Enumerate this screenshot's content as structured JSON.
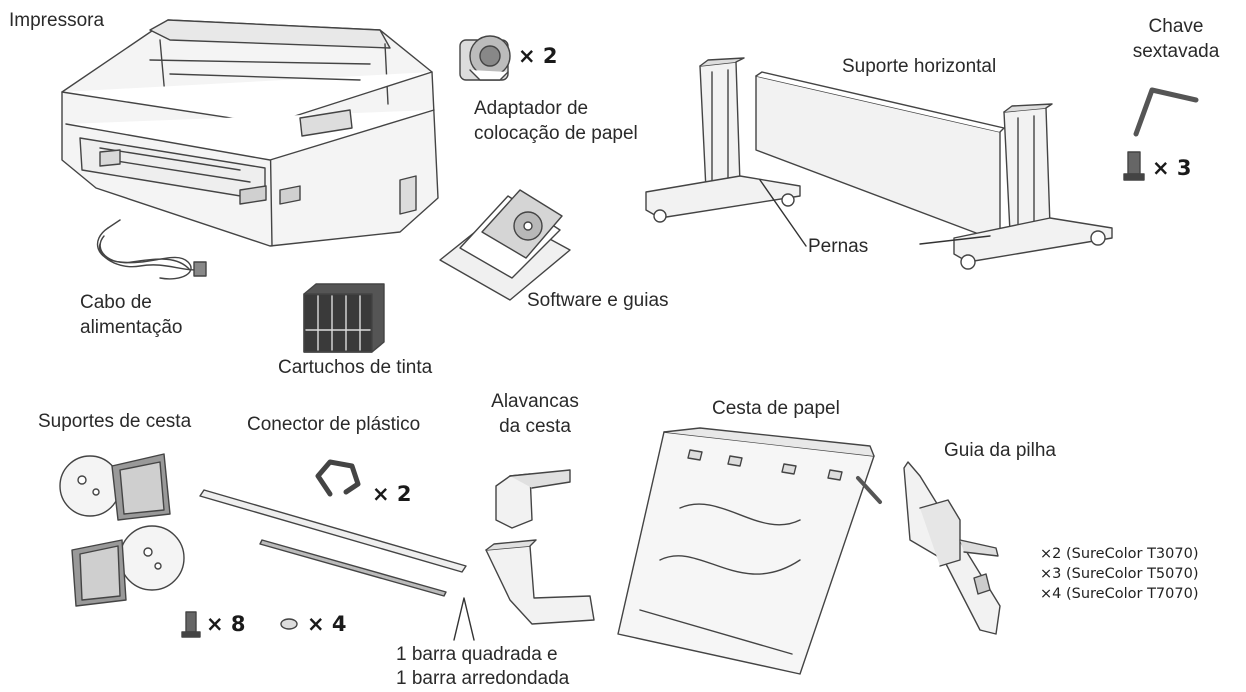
{
  "labels": {
    "printer": "Impressora",
    "roll_adapter_line1": "Adaptador de",
    "roll_adapter_line2": "colocação de papel",
    "horizontal_support": "Suporte horizontal",
    "hex_key_line1": "Chave",
    "hex_key_line2": "sextavada",
    "legs": "Pernas",
    "power_cable_line1": "Cabo de",
    "power_cable_line2": "alimentação",
    "software_guides": "Software e guias",
    "ink_cartridges": "Cartuchos de tinta",
    "basket_supports": "Suportes de cesta",
    "plastic_connector": "Conector de plástico",
    "basket_levers_line1": "Alavancas",
    "basket_levers_line2": "da cesta",
    "paper_basket": "Cesta de papel",
    "stack_guide": "Guia da pilha",
    "bars_line1": "1 barra quadrada e",
    "bars_line2": "1 barra arredondada"
  },
  "quantities": {
    "roll_adapter": "× 2",
    "hex_screws": "× 3",
    "plastic_connector": "× 2",
    "basket_screws": "× 8",
    "nuts": "× 4"
  },
  "stack_guide_quantities": [
    "×2 (SureColor T3070)",
    "×3 (SureColor T5070)",
    "×4 (SureColor T7070)"
  ]
}
